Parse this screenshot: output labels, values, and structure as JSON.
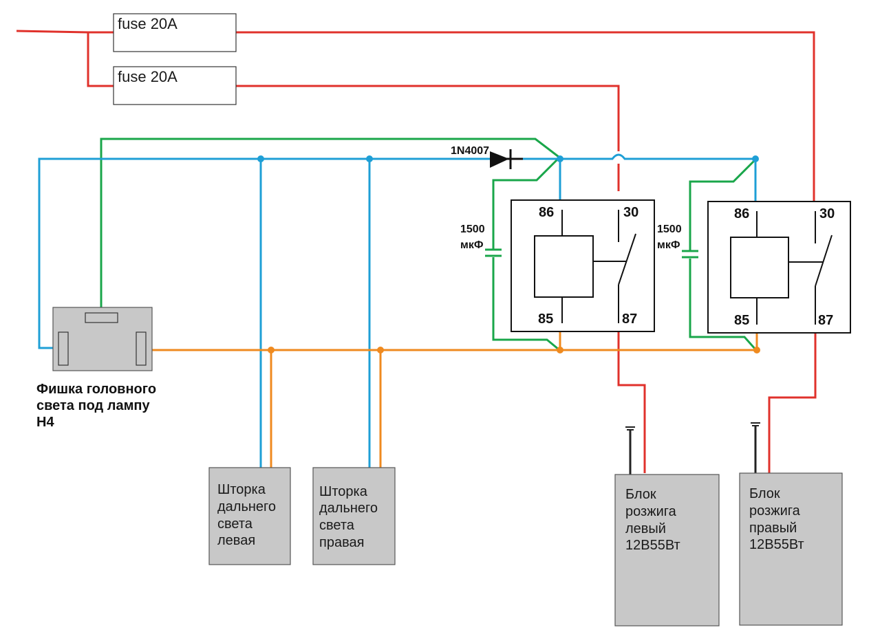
{
  "fuses": [
    {
      "label": "fuse 20A"
    },
    {
      "label": "fuse 20A"
    }
  ],
  "diode": {
    "label": "1N4007"
  },
  "capacitors": [
    {
      "label_line1": "1500",
      "label_line2": "мкФ"
    },
    {
      "label_line1": "1500",
      "label_line2": "мкФ"
    }
  ],
  "relays": [
    {
      "pin86": "86",
      "pin30": "30",
      "pin85": "85",
      "pin87": "87"
    },
    {
      "pin86": "86",
      "pin30": "30",
      "pin85": "85",
      "pin87": "87"
    }
  ],
  "connector": {
    "caption_line1": "Фишка головного",
    "caption_line2": "света под лампу",
    "caption_line3": "H4"
  },
  "shutters": [
    {
      "line1": "Шторка",
      "line2": "дальнего",
      "line3": "света",
      "line4": "левая"
    },
    {
      "line1": "Шторка",
      "line2": "дальнего",
      "line3": "света",
      "line4": "правая"
    }
  ],
  "ignition_blocks": [
    {
      "line1": "Блок",
      "line2": "розжига",
      "line3": "левый",
      "line4": "12В55Вт"
    },
    {
      "line1": "Блок",
      "line2": "розжига",
      "line3": "правый",
      "line4": "12В55Вт"
    }
  ],
  "wire_colors": {
    "power": "#e0312b",
    "signal": "#1e9fd6",
    "control": "#19a64a",
    "ground": "#ef8a1f",
    "ignition_ground": "#222222"
  }
}
